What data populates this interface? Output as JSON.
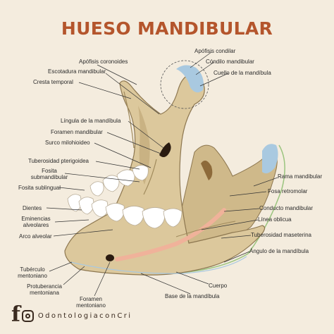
{
  "title": "HUESO MANDIBULAR",
  "labels": {
    "apofisis_condilar": "Apófisis condilar",
    "condilo_mandibular": "Cóndilo mandibular",
    "cuello_mandibula": "Cuello de la mandíbula",
    "apofisis_coronoides": "Apófisis coronoides",
    "escotadura_mandibular": "Escotadura mandibular",
    "cresta_temporal": "Cresta temporal",
    "lingula": "Língula de la mandíbula",
    "foramen_mandibular": "Foramen mandibular",
    "surco_milohioideo": "Surco milohioideo",
    "tuberosidad_pterigoidea": "Tuberosidad pterigoidea",
    "fosita_submandibular": "Fosita\nsubmandibular",
    "fosita_sublingual": "Fosita sublingual",
    "dientes": "Dientes",
    "eminencias_alveolares": "Eminencias\nalveolares",
    "arco_alveolar": "Arco alveolar",
    "tuberculo_mentoniano": "Tubérculo\nmentoniano",
    "protuberancia_mentoniana": "Protuberancia\nmentoniana",
    "foramen_mentoniano": "Foramen\nmentoniano",
    "base_mandibula": "Base de la mandíbula",
    "cuerpo": "Cuerpo",
    "rama_mandibular": "Rama mandibular",
    "fosa_retromolar": "Fosa retromolar",
    "conducto_mandibular": "Conducto mandibular",
    "linea_oblicua": "Línea oblicua",
    "tuberosidad_maseterina": "Tuberosidad maseterina",
    "angulo_mandibula": "Ángulo de la mandíbula"
  },
  "footer": {
    "facebook_icon": "f",
    "instagram_icon": "instagram-icon",
    "handle": "OdontologiaconCri"
  },
  "colors": {
    "title": "#b4552c",
    "bone": "#dcc89c",
    "bone_shadow": "#c9b283",
    "bone_dark": "#a08a5c",
    "cartilage": "#a9c9e0",
    "canal": "#f0b29a",
    "background": "#f4ecde",
    "outline_green": "#9ac47e"
  }
}
